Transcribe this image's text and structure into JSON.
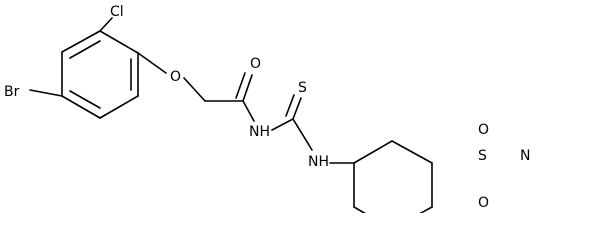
{
  "atoms": {
    "br": "Br",
    "cl": "Cl",
    "o_ether": "O",
    "o_carbonyl": "O",
    "nh_amide": "NH",
    "s_thio": "S",
    "nh_aniline": "NH",
    "s_sulfonyl": "S",
    "o_sulfonyl_top": "O",
    "o_sulfonyl_bottom": "O",
    "n_pyrrolidine": "N"
  }
}
